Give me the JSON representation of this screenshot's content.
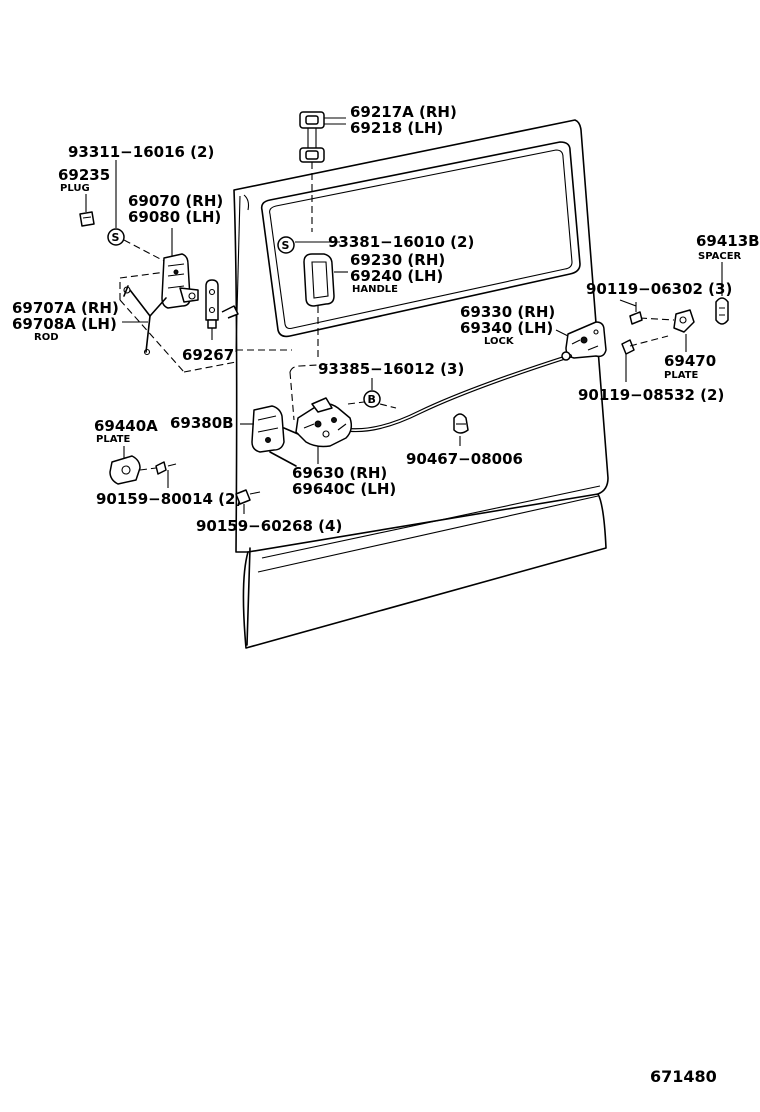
{
  "labels": {
    "p69217": "69217A (RH)",
    "p69218": "69218   (LH)",
    "p93311": "93311−16016 (2)",
    "p69235": "69235",
    "plug": "PLUG",
    "p69070": "69070 (RH)",
    "p69080": "69080 (LH)",
    "p93381": "93381−16010 (2)",
    "p69230": "69230 (RH)",
    "p69240": "69240 (LH)",
    "handle": "HANDLE",
    "p69413": "69413B",
    "spacer": "SPACER",
    "p69707": "69707A (RH)",
    "p69708": "69708A (LH)",
    "rod": "ROD",
    "p90119a": "90119−06302 (3)",
    "p69330": "69330 (RH)",
    "p69340": "69340 (LH)",
    "lock": "LOCK",
    "p69267": "69267",
    "p69470": "69470",
    "plate_r": "PLATE",
    "p93385": "93385−16012 (3)",
    "p90119b": "90119−08532 (2)",
    "p69440": "69440A",
    "plate_l": "PLATE",
    "p69380": "69380B",
    "p90467": "90467−08006",
    "p69630": "69630   (RH)",
    "p69640": "69640C (LH)",
    "p90159a": "90159−80014 (2)",
    "p90159b": "90159−60268 (4)",
    "refcode": "671480",
    "mark_s": "S",
    "mark_b": "B"
  }
}
